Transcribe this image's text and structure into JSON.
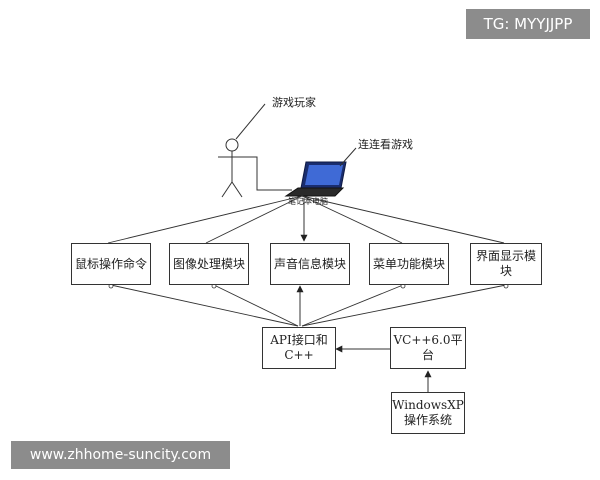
{
  "watermark_top": "TG: MYYJJPP",
  "watermark_bottom": "www.zhhome-suncity.com",
  "labels": {
    "player": "游戏玩家",
    "game": "连连看游戏",
    "laptop": "笔记本电脑"
  },
  "modules": [
    "鼠标操作命令",
    "图像处理模块",
    "声音信息模块",
    "菜单功能模块",
    "界面显示模块"
  ],
  "api": "API接口和C++",
  "vc": "VC++6.0平台",
  "os": "WindowsXP操作系统"
}
